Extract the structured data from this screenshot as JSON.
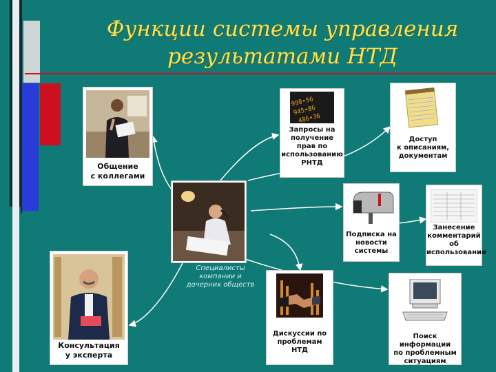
{
  "title": {
    "line1": "Функции системы управления",
    "line2": "результатами НТД"
  },
  "hub": {
    "label": [
      "Специалисты",
      "компании и",
      "дочерних обществ"
    ]
  },
  "nodes": {
    "colleagues": {
      "label": [
        "Общение",
        "с коллегами"
      ]
    },
    "rights": {
      "label": [
        "Запросы на",
        "получение",
        "прав по",
        "использованию",
        "РНТД"
      ]
    },
    "docs": {
      "label": [
        "Доступ",
        "к описаниям,",
        "документам"
      ]
    },
    "news": {
      "label": [
        "Подписка на",
        "новости",
        "системы"
      ]
    },
    "comments": {
      "label": [
        "Занесение",
        "комментарий",
        "об",
        "использовании"
      ]
    },
    "expert": {
      "label": [
        "Консультация",
        "у эксперта"
      ]
    },
    "discussion": {
      "label": [
        "Дискуссии по",
        "проблемам",
        "НТД"
      ]
    },
    "search": {
      "label": [
        "Поиск информации",
        "по проблемным",
        "ситуациям"
      ]
    }
  },
  "photo_text": {
    "numbers": "998•56 945•86 486•36"
  },
  "colors": {
    "background": "#0f7a76",
    "title": "#f2e45c",
    "accent_red": "#cc1020",
    "accent_blue": "#2a3cd8"
  }
}
